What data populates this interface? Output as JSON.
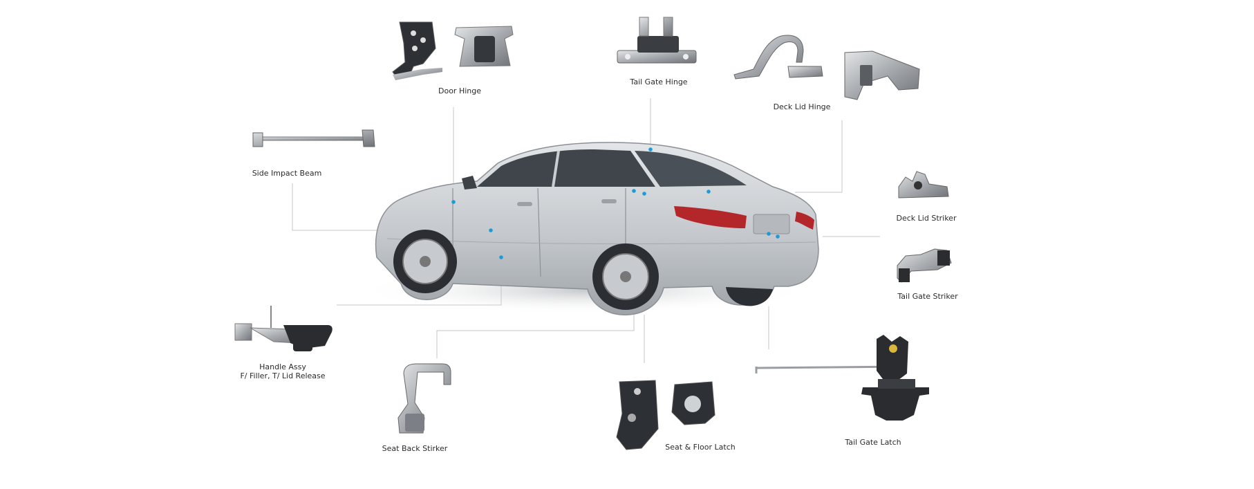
{
  "labels": {
    "door_hinge": "Door Hinge",
    "tail_gate_hinge": "Tail Gate Hinge",
    "deck_lid_hinge": "Deck Lid Hinge",
    "side_impact_beam": "Side Impact Beam",
    "deck_lid_striker": "Deck Lid Striker",
    "tail_gate_striker": "Tail Gate Striker",
    "handle_assy_line1": "Handle Assy",
    "handle_assy_line2": "F/ Filler, T/ Lid Release",
    "seat_back_striker": "Seat Back Stirker",
    "seat_floor_latch": "Seat & Floor Latch",
    "tail_gate_latch": "Tail Gate Latch"
  },
  "colors": {
    "car_body": "#c9cdd1",
    "car_shadow": "#8d9196",
    "window": "#3b4046",
    "tail_light": "#b3262a",
    "part_metal": "#a9adb2",
    "part_dark": "#2a2c30",
    "leader_line": "#b9bcc0",
    "hotspot": "#1e9bd7"
  }
}
